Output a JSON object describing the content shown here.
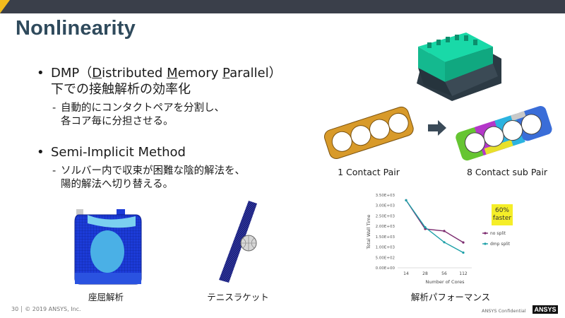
{
  "slide": {
    "title": "Nonlinearity",
    "page_number": "30",
    "copyright": "© 2019 ANSYS, Inc.",
    "confidential": "ANSYS Confidential",
    "logo_text": "ANSYS"
  },
  "bullets": [
    {
      "line1_prefix": "DMP（",
      "line1_d": "D",
      "line1_istributed": "istributed ",
      "line1_m": "M",
      "line1_emory": "emory ",
      "line1_p": "P",
      "line1_arallel": "arallel）",
      "line2": "下での接触解析の効率化",
      "sub_line1": "自動的にコンタクトペアを分割し、",
      "sub_line2": "各コア毎に分担させる。"
    },
    {
      "line1": "Semi-Implicit Method",
      "sub_line1": "ソルバー内で収束が困難な陰的解法を、",
      "sub_line2": "陽的解法へ切り替える。"
    }
  ],
  "captions": {
    "contact_1": "1 Contact Pair",
    "contact_8": "8 Contact sub Pair",
    "buckling": "座屈解析",
    "tennis": "テニスラケット",
    "performance": "解析パフォーマンス"
  },
  "icons": {
    "bullet": "•",
    "dash": "-",
    "arrow": "arrow-right-icon"
  },
  "colors": {
    "title": "#2f4a5c",
    "topbar": "#3a3f4a",
    "accent": "#f2bb1d",
    "series_no_split": "#7b2a6e",
    "series_dmp_split": "#1ea0a8",
    "badge": "#f5ee28"
  },
  "chart_data": {
    "type": "line",
    "title": "",
    "xlabel": "Number of Cores",
    "ylabel": "Total Wall Time",
    "categories": [
      "14",
      "28",
      "56",
      "112"
    ],
    "y_ticks": [
      "0.00E+00",
      "5.00E+02",
      "1.00E+03",
      "1.50E+03",
      "2.00E+03",
      "2.50E+03",
      "3.00E+03",
      "3.50E+03"
    ],
    "ylim": [
      0,
      3500
    ],
    "grid": false,
    "legend": "right",
    "annotation": [
      "60%",
      "faster"
    ],
    "series": [
      {
        "name": "no split",
        "values": [
          3250,
          1870,
          1770,
          1220
        ]
      },
      {
        "name": "dmp split",
        "values": [
          3250,
          1950,
          1230,
          730
        ]
      }
    ]
  }
}
